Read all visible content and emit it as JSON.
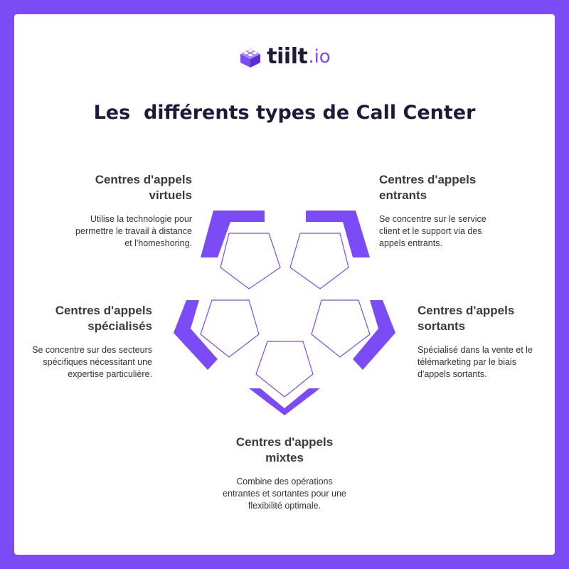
{
  "brand": {
    "name": "tiilt",
    "suffix": ".io",
    "color": "#7b4cf5",
    "icon": "lego-brick-icon"
  },
  "title": "Les  différents types de Call Center",
  "colors": {
    "background": "#7b4cf5",
    "accent": "#7b4cf5",
    "text": "#1e1b3a"
  },
  "types": [
    {
      "heading_line1": "Centres d'appels",
      "heading_line2": "virtuels",
      "desc_lines": [
        "Utilise la technologie pour",
        "permettre le travail à distance",
        "et l'homeshoring."
      ]
    },
    {
      "heading_line1": "Centres d'appels",
      "heading_line2": "entrants",
      "desc_lines": [
        "Se concentre sur le service",
        "client et le support via des",
        "appels entrants."
      ]
    },
    {
      "heading_line1": "Centres d'appels",
      "heading_line2": "spécialisés",
      "desc_lines": [
        "Se concentre sur des secteurs",
        "spécifiques nécessitant une",
        "expertise particulière."
      ]
    },
    {
      "heading_line1": "Centres d'appels",
      "heading_line2": "sortants",
      "desc_lines": [
        "Spécialisé dans la vente et le",
        "télémarketing par le biais",
        "d'appels sortants."
      ]
    },
    {
      "heading_line1": "Centres d'appels",
      "heading_line2": "mixtes",
      "desc_lines": [
        "Combine des opérations",
        "entrantes et sortantes pour une",
        "flexibilité optimale."
      ]
    }
  ]
}
